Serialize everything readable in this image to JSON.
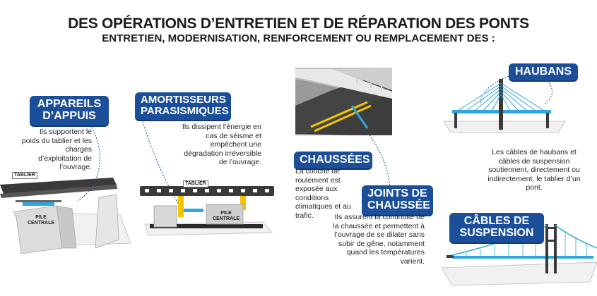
{
  "header": {
    "title": "DES OPÉRATIONS D’ENTRETIEN ET DE RÉPARATION DES PONTS",
    "subtitle": "ENTRETIEN, MODERNISATION, RENFORCEMENT OU REMPLACEMENT DES :"
  },
  "items": [
    {
      "title": "APPAREILS D’APPUIS",
      "desc": "Ils supportent le poids du tablier et les charges d’exploitation de l’ouvrage."
    },
    {
      "title": "AMORTISSEURS PARASISMIQUES",
      "desc": "Ils dissipent l’énergie en cas de séisme et empêchent une dégradation irréversible de l’ouvrage."
    },
    {
      "title": "CHAUSSÉES",
      "desc": "La couche de roulement est exposée aux conditions climatiques et au trafic."
    },
    {
      "title": "JOINTS DE CHAUSSÉE",
      "desc": "Ils assurent la continuité de la chaussée et permettent à l’ouvrage de se dilater sans subir de gêne, notamment quand les températures varient."
    },
    {
      "title": "HAUBANS",
      "desc": "Les câbles de haubans et câbles de suspension soutiennent, directement ou indirectement, le tablier d’un pont."
    },
    {
      "title": "CÂBLES DE SUSPENSION",
      "desc": ""
    }
  ],
  "labels": {
    "tablier": "TABLIER",
    "pile_centrale": "PILE CENTRALE"
  },
  "colors": {
    "badge": "#1c4f99",
    "cable": "#2ea7e0",
    "deck": "#3a3a3a",
    "accent": "#f5c400"
  }
}
